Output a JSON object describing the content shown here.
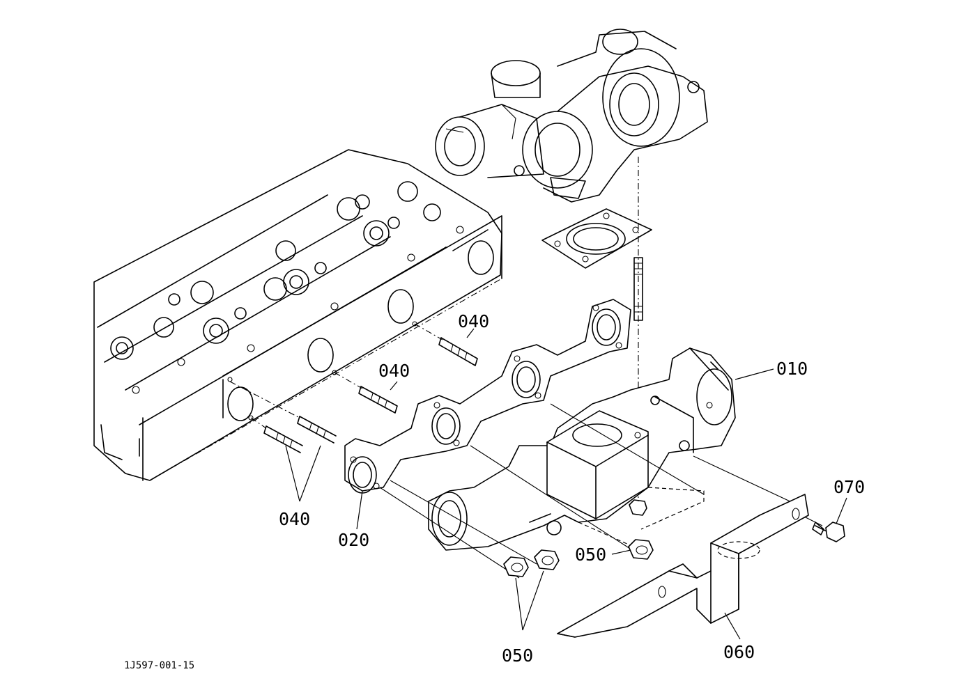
{
  "diagram": {
    "reference_code": "1J597-001-15",
    "callouts": [
      {
        "id": "010",
        "text": "010"
      },
      {
        "id": "020",
        "text": "020"
      },
      {
        "id": "040a",
        "text": "040"
      },
      {
        "id": "040b",
        "text": "040"
      },
      {
        "id": "040c",
        "text": "040"
      },
      {
        "id": "050a",
        "text": "050"
      },
      {
        "id": "050b",
        "text": "050"
      },
      {
        "id": "060",
        "text": "060"
      },
      {
        "id": "070",
        "text": "070"
      }
    ]
  }
}
